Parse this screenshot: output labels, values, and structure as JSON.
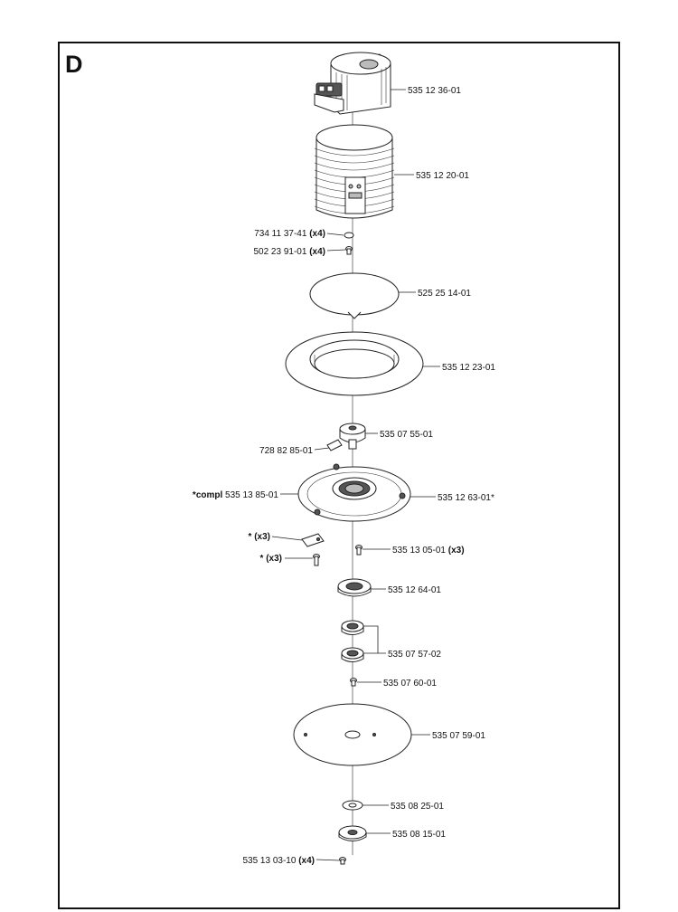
{
  "section_letter": "D",
  "parts": [
    {
      "id": "motor",
      "number": "535 12 36-01",
      "qty": ""
    },
    {
      "id": "motor-housing",
      "number": "535 12 20-01",
      "qty": ""
    },
    {
      "id": "washer-734",
      "number": "734 11 37-41",
      "qty": "(x4)"
    },
    {
      "id": "screw-502",
      "number": "502 23 91-01",
      "qty": "(x4)"
    },
    {
      "id": "gasket",
      "number": "525 25 14-01",
      "qty": ""
    },
    {
      "id": "flange-ring",
      "number": "535 12 23-01",
      "qty": ""
    },
    {
      "id": "hub",
      "number": "535 07 55-01",
      "qty": ""
    },
    {
      "id": "pin-728",
      "number": "728 82 85-01",
      "qty": ""
    },
    {
      "id": "compl-kit",
      "number": "535 13 85-01",
      "qty": "",
      "prefix": "*compl"
    },
    {
      "id": "plate",
      "number": "535 12 63-01*",
      "qty": ""
    },
    {
      "id": "bracket-star",
      "number": "*",
      "qty": "(x3)"
    },
    {
      "id": "screw-star",
      "number": "*",
      "qty": "(x3)"
    },
    {
      "id": "screw-535-13-05",
      "number": "535 13 05-01",
      "qty": "(x3)"
    },
    {
      "id": "bearing-top",
      "number": "535 12 64-01",
      "qty": ""
    },
    {
      "id": "bearing-pair",
      "number": "535 07 57-02",
      "qty": ""
    },
    {
      "id": "screw-535-07-60",
      "number": "535 07 60-01",
      "qty": ""
    },
    {
      "id": "blade-disc",
      "number": "535 07 59-01",
      "qty": ""
    },
    {
      "id": "washer-535-08-25",
      "number": "535 08 25-01",
      "qty": ""
    },
    {
      "id": "nut-535-08-15",
      "number": "535 08 15-01",
      "qty": ""
    },
    {
      "id": "screw-535-13-03",
      "number": "535 13 03-10",
      "qty": "(x4)"
    }
  ]
}
